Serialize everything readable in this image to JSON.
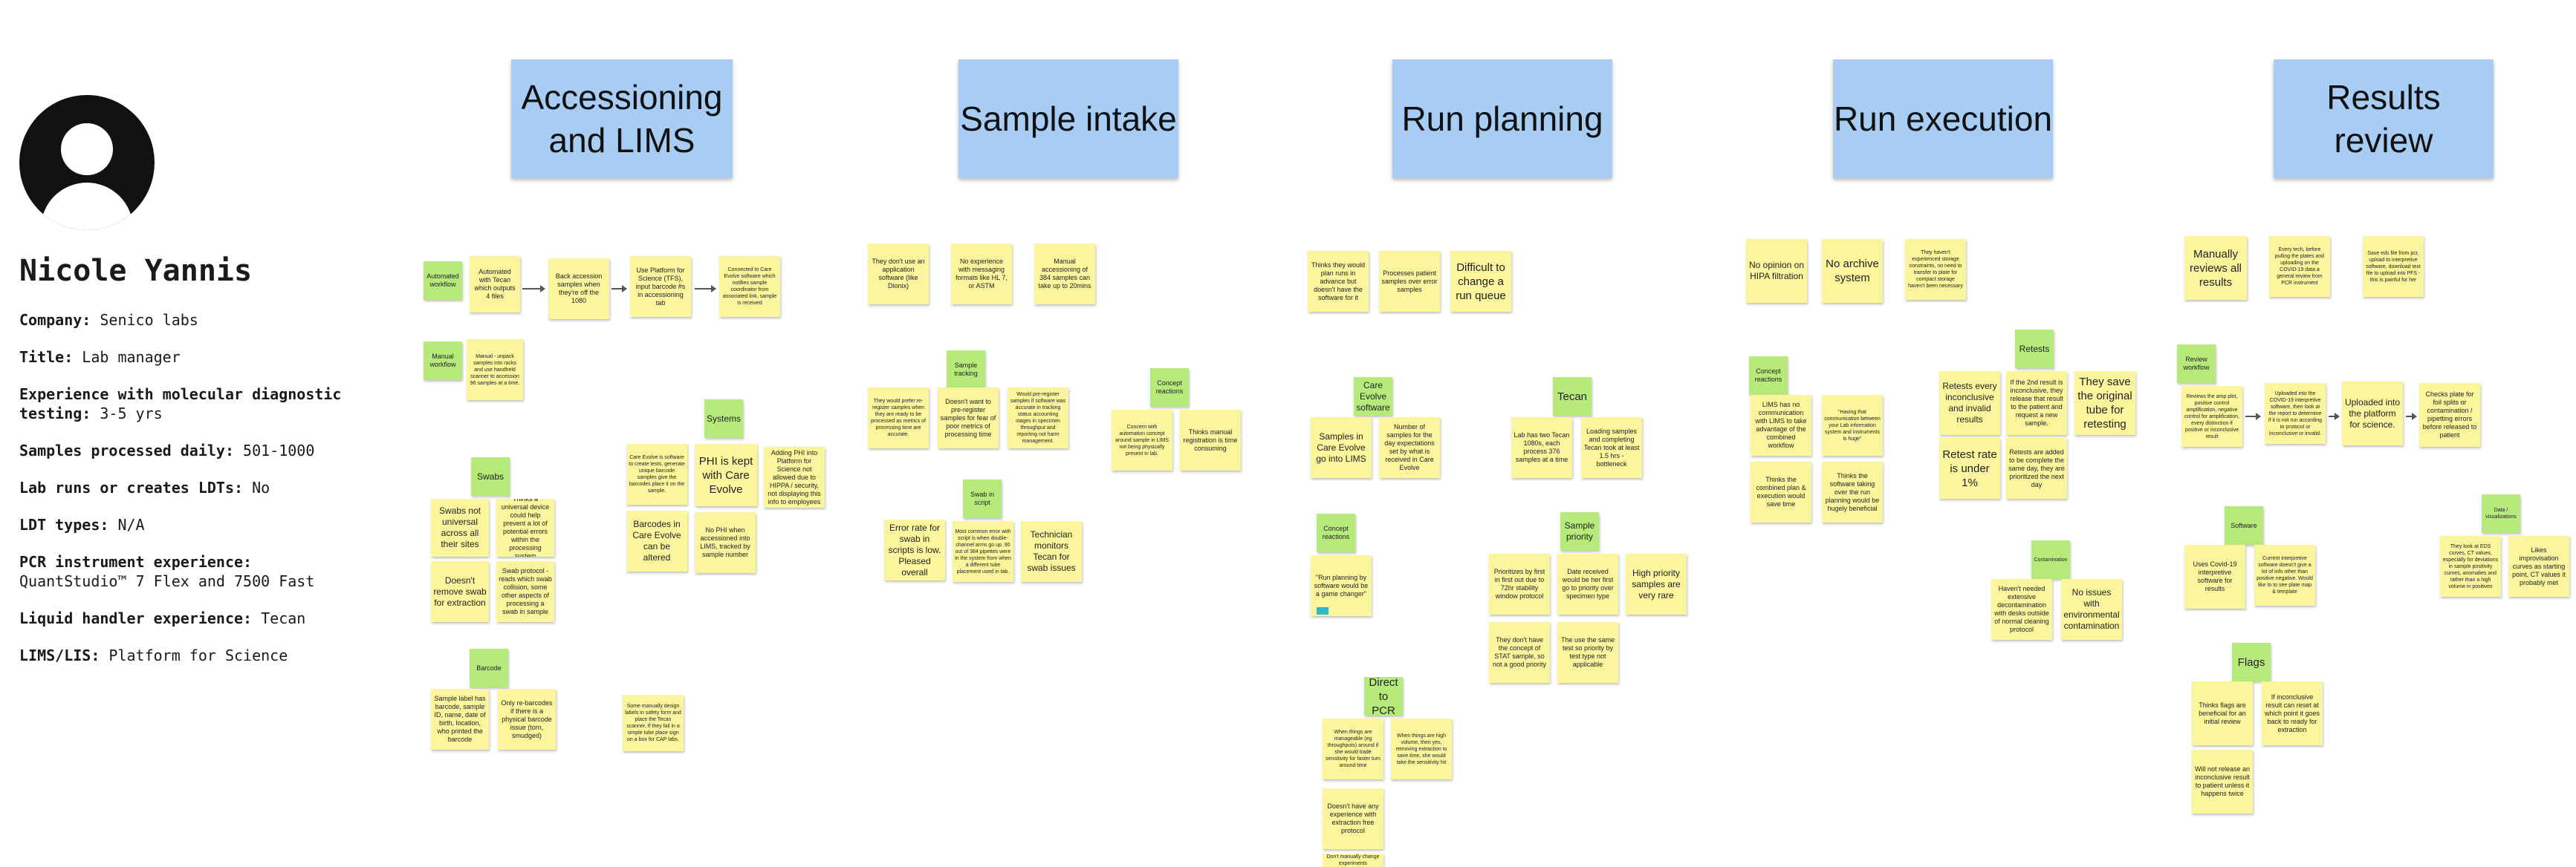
{
  "persona": {
    "name": "Nicole Yannis",
    "attributes": [
      {
        "label": "Company:",
        "value": "Senico labs"
      },
      {
        "label": "Title:",
        "value": "Lab manager"
      },
      {
        "label": "Experience with molecular diagnostic testing:",
        "value": "3-5 yrs"
      },
      {
        "label": "Samples processed daily:",
        "value": "501-1000"
      },
      {
        "label": "Lab runs or creates LDTs:",
        "value": "No"
      },
      {
        "label": "LDT types:",
        "value": "N/A"
      },
      {
        "label": "PCR instrument experience:",
        "value": "QuantStudio™ 7 Flex and 7500 Fast"
      },
      {
        "label": "Liquid handler experience:",
        "value": "Tecan"
      },
      {
        "label": "LIMS/LIS:",
        "value": "Platform for Science"
      }
    ]
  },
  "columns": [
    {
      "title": "Accessioning and LIMS"
    },
    {
      "title": "Sample intake"
    },
    {
      "title": "Run planning"
    },
    {
      "title": "Run execution"
    },
    {
      "title": "Results review"
    }
  ],
  "notes": {
    "acc_auto": "Automated workflow",
    "acc_tecan4": "Automated with Tecan which outputs 4 files",
    "acc_back": "Back accession samples when they're off the 1080",
    "acc_pfs": "Use Platform for Science (TFS), input barcode #s in accessioning tab",
    "acc_connected": "Connected to Care Evolve software which notifies sample coordinator from associated link, sample is received",
    "acc_manual": "Manual workflow",
    "acc_unpack": "Manual - unpack samples into racks and use handheld scanner to accession 96 samples at a time.",
    "acc_systems": "Systems",
    "acc_careevolve": "Care Evolve is software to create tests, generate unique barcode samples give the barcodes place it on the sample.",
    "acc_phi": "PHI is kept with Care Evolve",
    "acc_phi_note": "Adding PHI into Platform for Science not allowed due to HIPPA / security, not displaying this info to employees",
    "acc_barcodes_altered": "Barcodes in Care Evolve can be altered",
    "acc_nophi": "No PHI when accessioned into LIMS, tracked by sample number",
    "acc_swabs": "Swabs",
    "acc_swabs_not": "Swabs not universal across all their sites",
    "acc_universal": "Thinks a universal device could help prevent a lot of potential errors within the processing system",
    "acc_dont_remove": "Doesn't remove swab for extraction",
    "acc_swab_protocol": "Swab protocol - reads which swab collision, some other aspects of processing a swab in sample",
    "acc_barcode": "Barcode",
    "acc_sample_label": "Sample label has barcode, sample ID, name, date of birth, location, who printed the barcode",
    "acc_only_barcodes": "Only re-barcodes if there is a physical barcode issue (torn, smudged)",
    "acc_small": "Some manually design labels in safety form and place the Tecan scanner. If they fail in a simple tube place sign on a box for CAP labs.",
    "int_no_app": "They don't use an application software (like Dionix)",
    "int_no_msg": "No experience with messaging formats like HL 7, or ASTM",
    "int_manual384": "Manual accessioning of 384 samples can take up to 20mins",
    "int_tracking": "Sample tracking",
    "int_prefer": "They would prefer re-register samples when they are ready to be processed as metrics of processing time are accurate.",
    "int_dont_want": "Doesn't want to pre-register samples for fear of poor metrics of processing time",
    "int_would": "Would pre-register samples if software was accurate in tracking status accounting stages in specimen throughput and reporting not harm management.",
    "int_concept": "Concept reactions",
    "int_automation": "Concern with automation concept around sample in LIMS not being physically present in lab.",
    "int_thinks_manual": "Thinks manual registration is time consuming",
    "int_swab_script": "Swab in script",
    "int_error": "Error rate for swab in scripts is low. Pleased overall",
    "int_most": "Most common error with script is when double-channel arms go up. 90 out of 384 pipettes were in the system from when a different tube placement used in tab.",
    "int_tech": "Technician monitors Tecan for swab issues",
    "rp_thinks": "Thinks they would plan runs in advance but doesn't have the software for it",
    "rp_processes": "Processes patient samples over error samples",
    "rp_difficult": "Difficult to change a run queue",
    "rp_careevolve_sw": "Care Evolve software",
    "rp_samples_ce": "Samples in Care Evolve go into LIMS",
    "rp_number": "Number of samples for the day expectations set by what is received in Care Evolve",
    "rp_tecan": "Tecan",
    "rp_two_tecan": "Lab has two Tecan 1080s, each process 376 samples at a time",
    "rp_loading": "Loading samples and completing Tecan took at least 1.5 hrs - bottleneck",
    "rp_concept": "Concept reactions",
    "rp_run_planning": "\"Run planning by software would be a game changer\"",
    "rp_priority": "Sample priority",
    "rp_prioritizes": "Prioritizes by first in first out due to 72hr stability window protocol",
    "rp_date": "Date received would be her first go to priority over specimen type",
    "rp_high": "High priority samples are very rare",
    "rp_stat": "They don't have the concept of STAT sample, so not a good priority",
    "rp_same_test": "The use the same test so priority by test type not applicable",
    "rp_direct": "Direct to PCR",
    "rp_when_manageable": "When things are manageable (eg throughputs) around if she would trade sensitivity for faster turn around time",
    "rp_when_high": "When things are high volume, then yes, removing extraction to save time, she would take the sensitivity hit",
    "rp_no_exp": "Doesn't have any experience with extraction free protocol",
    "rp_small": "Don't manually change experiments",
    "re_no_hipa": "No opinion on HIPA filtration",
    "re_no_archive": "No archive system",
    "re_havent": "They haven't experienced storage constraints, no need to transfer to plate for compact storage haven't been necessary",
    "re_concept": "Concept reactions",
    "re_lims_noncomm": "LIMS has no communication with LIMS to take advantage of the combined workflow",
    "re_having": "\"Having that communication between your Lab information system and instruments is huge\"",
    "re_combined": "Thinks the combined plan & execution would save time",
    "re_thinks_sw": "Thinks the software taking over the run planning would be hugely beneficial",
    "re_retests_tag": "Retests",
    "re_retests": "Retests every inconclusive and invalid results",
    "re_if2nd": "If the 2nd result is inconclusive, they release that result to the patient and request a new sample.",
    "re_save_tube": "They save the original tube for retesting",
    "re_retest_rate": "Retest rate is under 1%",
    "re_added": "Retests are added to be complete the same day, they are prioritized the next day",
    "re_contamination": "Contamination",
    "re_havent_needed": "Haven't needed extensive decontamination with desks outside of normal cleaning protocol",
    "re_no_issues": "No issues with environmental contamination",
    "rr_manually": "Manually reviews all results",
    "rr_every": "Every tech, before pulling the plates and uploading on the COVID-19 data a general review from PCR instrument",
    "rr_save": "Save eds file from pcr, upload to interpretive software, download text file to upload into  PFS - this is painful for her",
    "rr_review_wf": "Review workflow",
    "rr_reviews": "Reviews the amp plot, positive control amplification, negative control for amplification, every distinction if positive or inconclusive result",
    "rr_uploaded": "Uploaded into the COVID-19 interpretive software, then look at the report to determine if it is not run according to protocol or inconclusive or invalid.",
    "rr_uploaded_pfs": "Uploaded into the platform for science.",
    "rr_checks": "Checks plate for foil splits or contamination / pipetting errors before released to patient",
    "rr_software": "Software",
    "rr_uses_covid": "Uses Covid-19 interpretive software for results",
    "rr_current": "Current interpretive software doesn't give a lot of info other than positive negative. Would like to to see plate map & template",
    "rr_data_vis": "Data / visualizations",
    "rr_they_look": "They look at EDS curves, CT values, especially for deviations in sample positivity curves, anomalies and rather than a high volume in positives",
    "rr_likes": "Likes improvisation curves as starting point, CT values it probably met",
    "rr_flags": "Flags",
    "rr_flags_benefit": "Thinks flags are beneficial for an initial review",
    "rr_inconclusive": "If inconclusive result can reset at which point it goes back to ready for extraction",
    "rr_will_not": "Will not release an inconclusive result to patient unless it happens twice"
  }
}
